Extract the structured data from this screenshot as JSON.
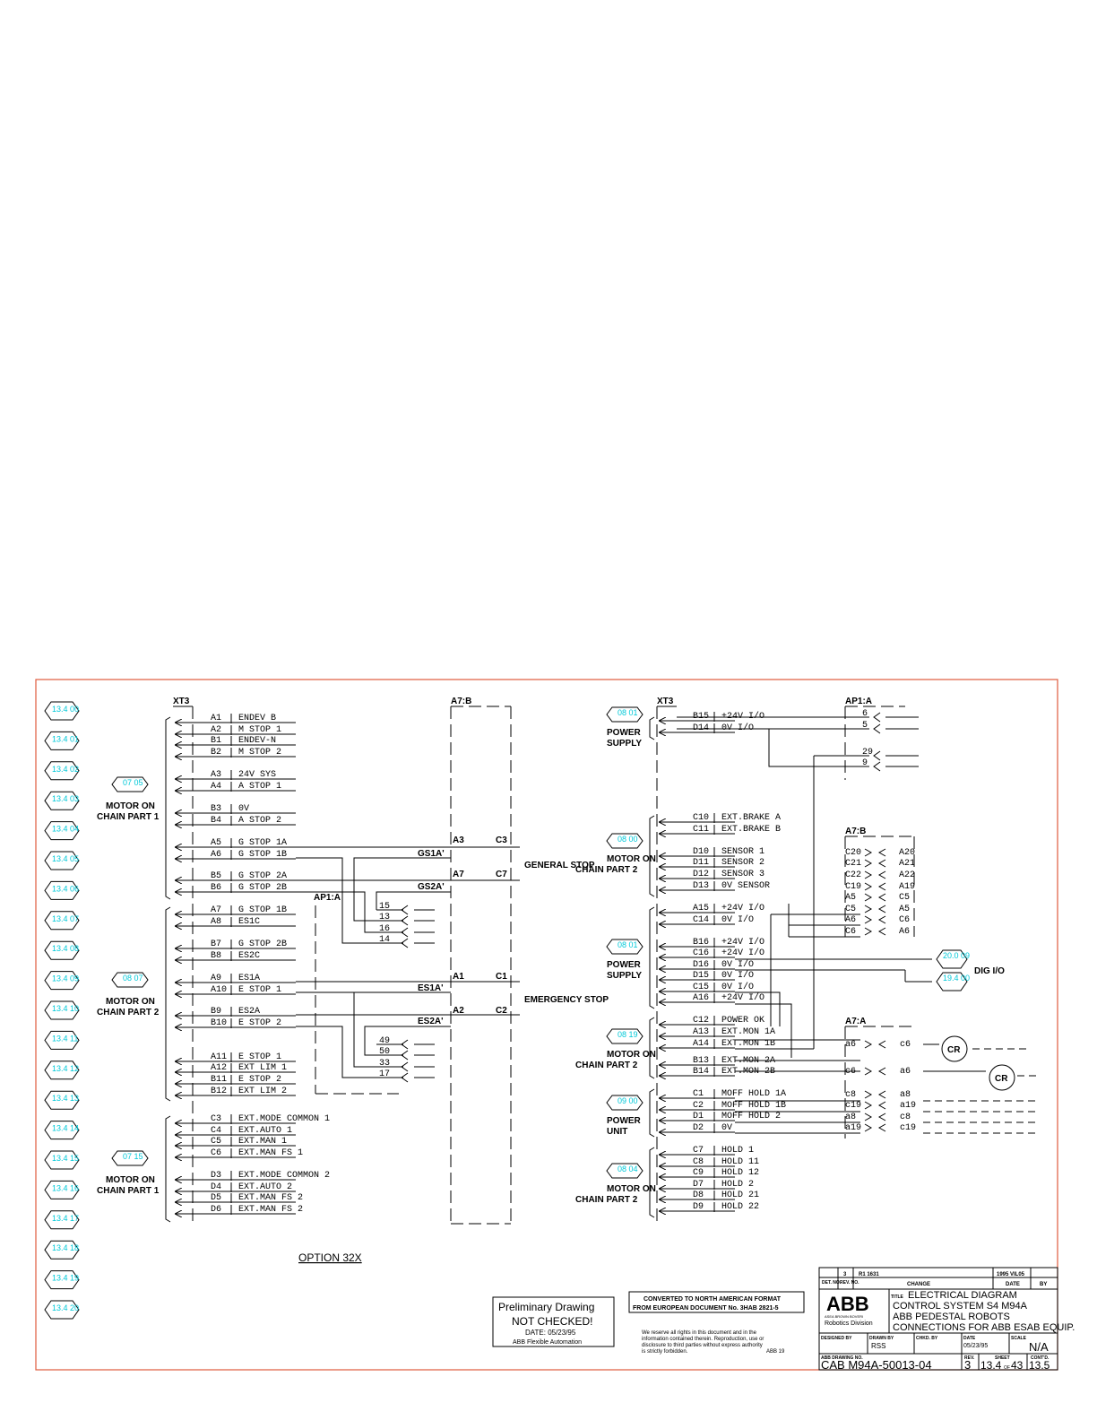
{
  "left_refs": [
    "13.4 00",
    "13.4 01",
    "13.4 02",
    "13.4 03",
    "13.4 04",
    "13.4 05",
    "13.4 06",
    "13.4 07",
    "13.4 08",
    "13.4 09",
    "13.4 10",
    "13.4 11",
    "13.4 12",
    "13.4 13",
    "13.4 14",
    "13.4 15",
    "13.4 16",
    "13.4 17",
    "13.4 18",
    "13.4 19",
    "13.4 20"
  ],
  "headers": {
    "xt3_left": "XT3",
    "a7b_left": "A7:B",
    "xt3_right": "XT3",
    "ap1a_right": "AP1:A",
    "ap1a_mid": "AP1:A",
    "a7b_right": "A7:B",
    "a7a_right": "A7:A"
  },
  "left_groups": [
    {
      "ref": "07 05",
      "label1": "MOTOR ON",
      "label2": "CHAIN PART 1"
    },
    {
      "ref": "08 07",
      "label1": "MOTOR ON",
      "label2": "CHAIN PART 2"
    },
    {
      "ref": "07 15",
      "label1": "MOTOR ON",
      "label2": "CHAIN PART 1"
    }
  ],
  "left_signals": [
    {
      "t": "A1",
      "s": "ENDEV B"
    },
    {
      "t": "A2",
      "s": "M STOP 1"
    },
    {
      "t": "B1",
      "s": "ENDEV-N"
    },
    {
      "t": "B2",
      "s": "M STOP 2"
    },
    {
      "t": "A3",
      "s": "24V SYS"
    },
    {
      "t": "A4",
      "s": "A STOP 1"
    },
    {
      "t": "B3",
      "s": "0V"
    },
    {
      "t": "B4",
      "s": "A STOP 2"
    },
    {
      "t": "A5",
      "s": "G STOP 1A"
    },
    {
      "t": "A6",
      "s": "G STOP 1B"
    },
    {
      "t": "B5",
      "s": "G STOP 2A"
    },
    {
      "t": "B6",
      "s": "G STOP 2B"
    },
    {
      "t": "A7",
      "s": "G STOP 1B"
    },
    {
      "t": "A8",
      "s": "ES1C"
    },
    {
      "t": "B7",
      "s": "G STOP 2B"
    },
    {
      "t": "B8",
      "s": "ES2C"
    },
    {
      "t": "A9",
      "s": "ES1A"
    },
    {
      "t": "A10",
      "s": "E STOP 1"
    },
    {
      "t": "B9",
      "s": "ES2A"
    },
    {
      "t": "B10",
      "s": "E STOP 2"
    },
    {
      "t": "A11",
      "s": "E STOP 1"
    },
    {
      "t": "A12",
      "s": "EXT LIM 1"
    },
    {
      "t": "B11",
      "s": "E STOP 2"
    },
    {
      "t": "B12",
      "s": "EXT LIM 2"
    },
    {
      "t": "C3",
      "s": "EXT.MODE COMMON 1"
    },
    {
      "t": "C4",
      "s": "EXT.AUTO 1"
    },
    {
      "t": "C5",
      "s": "EXT.MAN 1"
    },
    {
      "t": "C6",
      "s": "EXT.MAN FS 1"
    },
    {
      "t": "D3",
      "s": "EXT.MODE COMMON 2"
    },
    {
      "t": "D4",
      "s": "EXT.AUTO 2"
    },
    {
      "t": "D5",
      "s": "EXT.MAN FS 2"
    },
    {
      "t": "D6",
      "s": "EXT.MAN FS 2"
    }
  ],
  "mid_labels": {
    "gs1a": "GS1A'",
    "gs2a": "GS2A'",
    "es1a": "ES1A'",
    "es2a": "ES2A'",
    "general_stop": "GENERAL STOP",
    "emergency_stop": "EMERGENCY STOP",
    "a3": "A3",
    "c3": "C3",
    "a7": "A7",
    "c7": "C7",
    "a1": "A1",
    "c1": "C1",
    "a2": "A2",
    "c2": "C2",
    "ap_pins_top": [
      "15",
      "13",
      "16",
      "14"
    ],
    "ap_pins_bot": [
      "49",
      "50",
      "33",
      "17"
    ]
  },
  "right_groups": [
    {
      "ref": "08 01",
      "label1": "POWER",
      "label2": "SUPPLY"
    },
    {
      "ref": "08 00",
      "label1": "MOTOR ON",
      "label2": "CHAIN PART 2"
    },
    {
      "ref": "08 01",
      "label1": "POWER",
      "label2": "SUPPLY"
    },
    {
      "ref": "08 19",
      "label1": "MOTOR ON",
      "label2": "CHAIN PART 2"
    },
    {
      "ref": "09 00",
      "label1": "POWER",
      "label2": "UNIT"
    },
    {
      "ref": "08 04",
      "label1": "MOTOR ON",
      "label2": "CHAIN PART 2"
    }
  ],
  "right_signals": [
    {
      "t": "B15",
      "s": "+24V I/O"
    },
    {
      "t": "D14",
      "s": "0V I/O"
    },
    {
      "t": "C10",
      "s": "EXT.BRAKE A"
    },
    {
      "t": "C11",
      "s": "EXT.BRAKE B"
    },
    {
      "t": "D10",
      "s": "SENSOR 1"
    },
    {
      "t": "D11",
      "s": "SENSOR 2"
    },
    {
      "t": "D12",
      "s": "SENSOR 3"
    },
    {
      "t": "D13",
      "s": "0V SENSOR"
    },
    {
      "t": "A15",
      "s": "+24V I/O"
    },
    {
      "t": "C14",
      "s": "0V I/O"
    },
    {
      "t": "B16",
      "s": "+24V I/O"
    },
    {
      "t": "C16",
      "s": "+24V I/O"
    },
    {
      "t": "D16",
      "s": "0V I/O"
    },
    {
      "t": "D15",
      "s": "0V I/O"
    },
    {
      "t": "C15",
      "s": "0V I/O"
    },
    {
      "t": "A16",
      "s": "+24V I/O"
    },
    {
      "t": "C12",
      "s": "POWER OK"
    },
    {
      "t": "A13",
      "s": "EXT.MON 1A"
    },
    {
      "t": "A14",
      "s": "EXT.MON 1B"
    },
    {
      "t": "B13",
      "s": "EXT.MON 2A"
    },
    {
      "t": "B14",
      "s": "EXT.MON 2B"
    },
    {
      "t": "C1",
      "s": "MOFF HOLD 1A"
    },
    {
      "t": "C2",
      "s": "MOFF HOLD 1B"
    },
    {
      "t": "D1",
      "s": "MOFF HOLD 2"
    },
    {
      "t": "D2",
      "s": "0V"
    },
    {
      "t": "C7",
      "s": "HOLD 1"
    },
    {
      "t": "C8",
      "s": "HOLD 11"
    },
    {
      "t": "C9",
      "s": "HOLD 12"
    },
    {
      "t": "D7",
      "s": "HOLD 2"
    },
    {
      "t": "D8",
      "s": "HOLD 21"
    },
    {
      "t": "D9",
      "s": "HOLD 22"
    }
  ],
  "right_pins": {
    "ap1a": [
      "6",
      "5",
      "29",
      "9"
    ],
    "a7b_left": [
      "C20",
      "C21",
      "C22",
      "C19",
      "A5",
      "C5",
      "A6",
      "C6"
    ],
    "a7b_right": [
      "A20",
      "A21",
      "A22",
      "A19",
      "C5",
      "A5",
      "C6",
      "A6"
    ],
    "a7a_left": [
      "a6",
      "c6",
      "c8",
      "c19",
      "a8",
      "a19"
    ],
    "a7a_right": [
      "c6",
      "a6",
      "a8",
      "a19",
      "c8",
      "c19"
    ],
    "cr": "CR",
    "dig_refs": [
      "20.0 09",
      "19.4 00"
    ],
    "dig_label": "DIG I/O"
  },
  "option_label": "OPTION 32X",
  "stamp": {
    "title": "Preliminary Drawing",
    "status": "NOT CHECKED!",
    "date": "DATE: 05/23/95",
    "org": "ABB Flexible Automation"
  },
  "converted": {
    "line1": "CONVERTED TO NORTH AMERICAN FORMAT",
    "line2": "FROM EUROPEAN DOCUMENT No. 3HAB 2821-5"
  },
  "rights": {
    "line1": "We reserve all rights in this document and in the",
    "line2": "information contained therein. Reproduction, use or",
    "line3": "disclosure to third parties without express authority",
    "line4": "is strictly forbidden.",
    "tag": "ABB 19"
  },
  "title_block": {
    "rev_no": "3",
    "rev_change": "R1 1631",
    "rev_date": "1995 VIL05",
    "hdr_det": "DET. NO.",
    "hdr_rev": "REV. NO.",
    "hdr_change": "CHANGE",
    "hdr_date": "DATE",
    "hdr_by": "BY",
    "logo": "ABB",
    "logo_sub1": "ASEA BROWN BOVERI",
    "logo_sub2": "Robotics Division",
    "title_prefix": "TITLE",
    "title1": "ELECTRICAL DIAGRAM",
    "title2": "CONTROL SYSTEM S4 M94A",
    "title3": "ABB PEDESTAL ROBOTS",
    "title4": "CONNECTIONS FOR ABB ESAB EQUIP.",
    "designed_by_lbl": "DESIGNED BY",
    "drawn_by_lbl": "DRAWN BY",
    "drawn_by": "RSS",
    "chkd_by_lbl": "CHKD. BY",
    "date_lbl": "DATE",
    "date": "05/23/95",
    "scale_lbl": "SCALE",
    "scale": "N/A",
    "drawing_no_lbl": "ABB DRAWING NO.",
    "drawing_no": "CAB M94A-50013-04",
    "rev_lbl": "REV.",
    "rev": "3",
    "sheet_lbl": "SHEET",
    "sheet": "13.4",
    "of": "OF",
    "total": "43",
    "contd_lbl": "CONT'D.",
    "contd": "13.5"
  },
  "colors": {
    "border": "#e05a3c",
    "ref": "#00c8d8",
    "line": "#000000"
  }
}
